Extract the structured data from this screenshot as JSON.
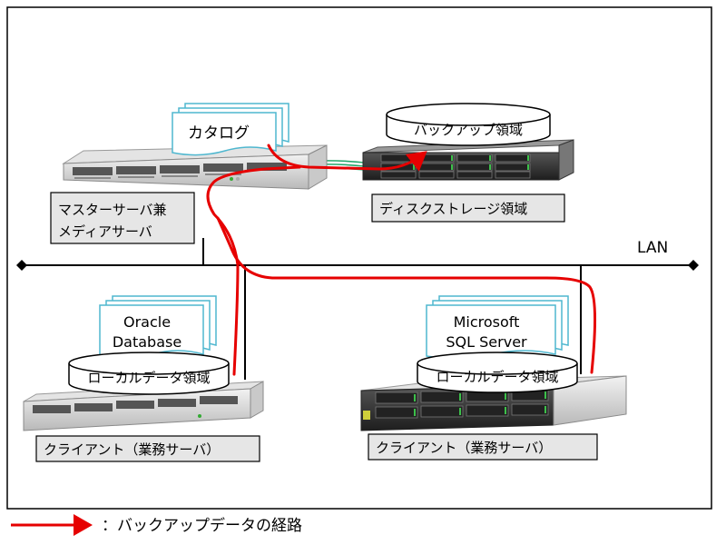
{
  "catalog_label": "カタログ",
  "backup_area_label": "バックアップ領域",
  "master_server_label_line1": "マスターサーバ兼",
  "master_server_label_line2": "メディアサーバ",
  "disk_storage_label": "ディスクストレージ領域",
  "lan_label": "LAN",
  "client_left": {
    "doc_line1": "Oracle",
    "doc_line2": "Database",
    "local_area_label": "ローカルデータ領域",
    "caption": "クライアント（業務サーバ）"
  },
  "client_right": {
    "doc_line1": "Microsoft",
    "doc_line2": "SQL Server",
    "local_area_label": "ローカルデータ領域",
    "caption": "クライアント（業務サーバ）"
  },
  "legend_text": "：バックアップデータの経路",
  "colors": {
    "route": "#e60000",
    "caption_fill": "#e6e6e6",
    "doc_stroke": "#4fb7cf"
  }
}
